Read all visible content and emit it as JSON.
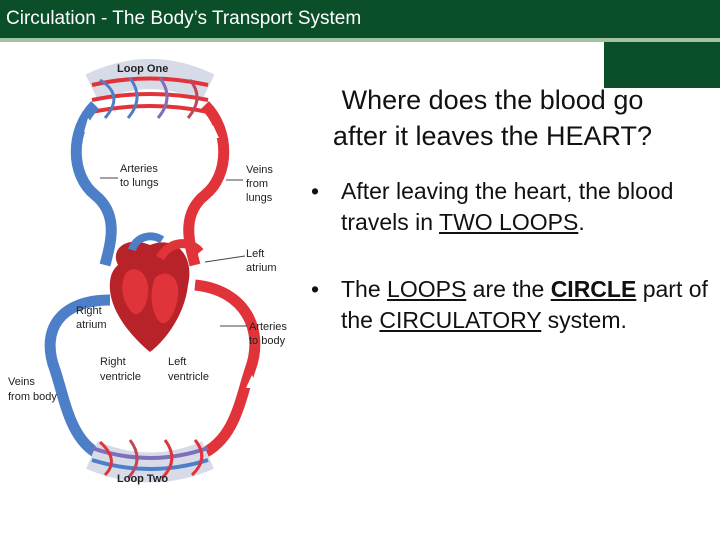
{
  "header": {
    "title_bold": "Circulation",
    "title_rest": " - The Body’s Transport System"
  },
  "heading": {
    "line1": "Where does the blood go",
    "line2": "after it leaves the HEART?"
  },
  "bullets": {
    "b1": {
      "dot": "•",
      "text1": "After leaving the heart, the blood travels in ",
      "u1": "TWO LOOPS",
      "text2": "."
    },
    "b2": {
      "dot": "•",
      "text1": "The ",
      "u1": "LOOPS",
      "text2": " are the ",
      "bu": "CIRCLE",
      "text3": " part of the ",
      "u2": "CIRCULATORY",
      "text4": " system."
    }
  },
  "diagram": {
    "loop_one": "Loop One",
    "loop_two": "Loop Two",
    "arteries_to_lungs_1": "Arteries",
    "arteries_to_lungs_2": "to lungs",
    "veins_from_lungs_1": "Veins",
    "veins_from_lungs_2": "from",
    "veins_from_lungs_3": "lungs",
    "left_atrium_1": "Left",
    "left_atrium_2": "atrium",
    "right_atrium_1": "Right",
    "right_atrium_2": "atrium",
    "arteries_to_body_1": "Arteries",
    "arteries_to_body_2": "to body",
    "right_ventricle_1": "Right",
    "right_ventricle_2": "ventricle",
    "left_ventricle_1": "Left",
    "left_ventricle_2": "ventricle",
    "veins_from_body_1": "Veins",
    "veins_from_body_2": "from body"
  },
  "colors": {
    "header_bg": "#0b4f2a",
    "artery_red": "#e1343a",
    "vein_blue": "#4d7fc9",
    "heart_red": "#b8232a"
  }
}
